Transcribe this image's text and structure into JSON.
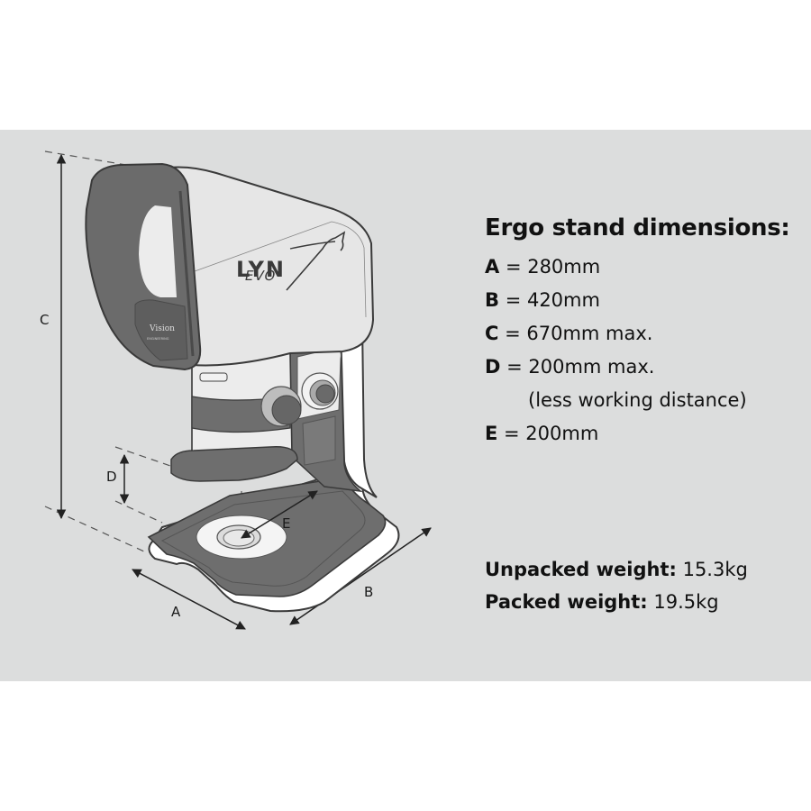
{
  "colors": {
    "band_background": "#dcdddd",
    "page_background": "#ffffff",
    "device_dark": "#6e6e6e",
    "device_light": "#e4e4e4",
    "outline": "#3a3a3a",
    "text": "#111111"
  },
  "illustration": {
    "brand_logo": "LYNX EVO",
    "brand_logo_main": "LYN",
    "brand_logo_x": "X",
    "brand_logo_sub": "EVO",
    "maker_logo": "Vision",
    "maker_sub": "ENGINEERING",
    "dimension_labels": {
      "A": "A",
      "B": "B",
      "C": "C",
      "D": "D",
      "E": "E"
    }
  },
  "specs": {
    "title": "Ergo stand dimensions:",
    "rows": [
      {
        "key": "A",
        "value": " = 280mm"
      },
      {
        "key": "B",
        "value": " = 420mm"
      },
      {
        "key": "C",
        "value": " = 670mm max."
      },
      {
        "key": "D",
        "value": " = 200mm max."
      },
      {
        "key": "",
        "value": "(less working distance)"
      },
      {
        "key": "E",
        "value": " = 200mm"
      }
    ]
  },
  "weights": {
    "rows": [
      {
        "key": "Unpacked weight:",
        "value": " 15.3kg"
      },
      {
        "key": "Packed weight:",
        "value": " 19.5kg"
      }
    ]
  }
}
